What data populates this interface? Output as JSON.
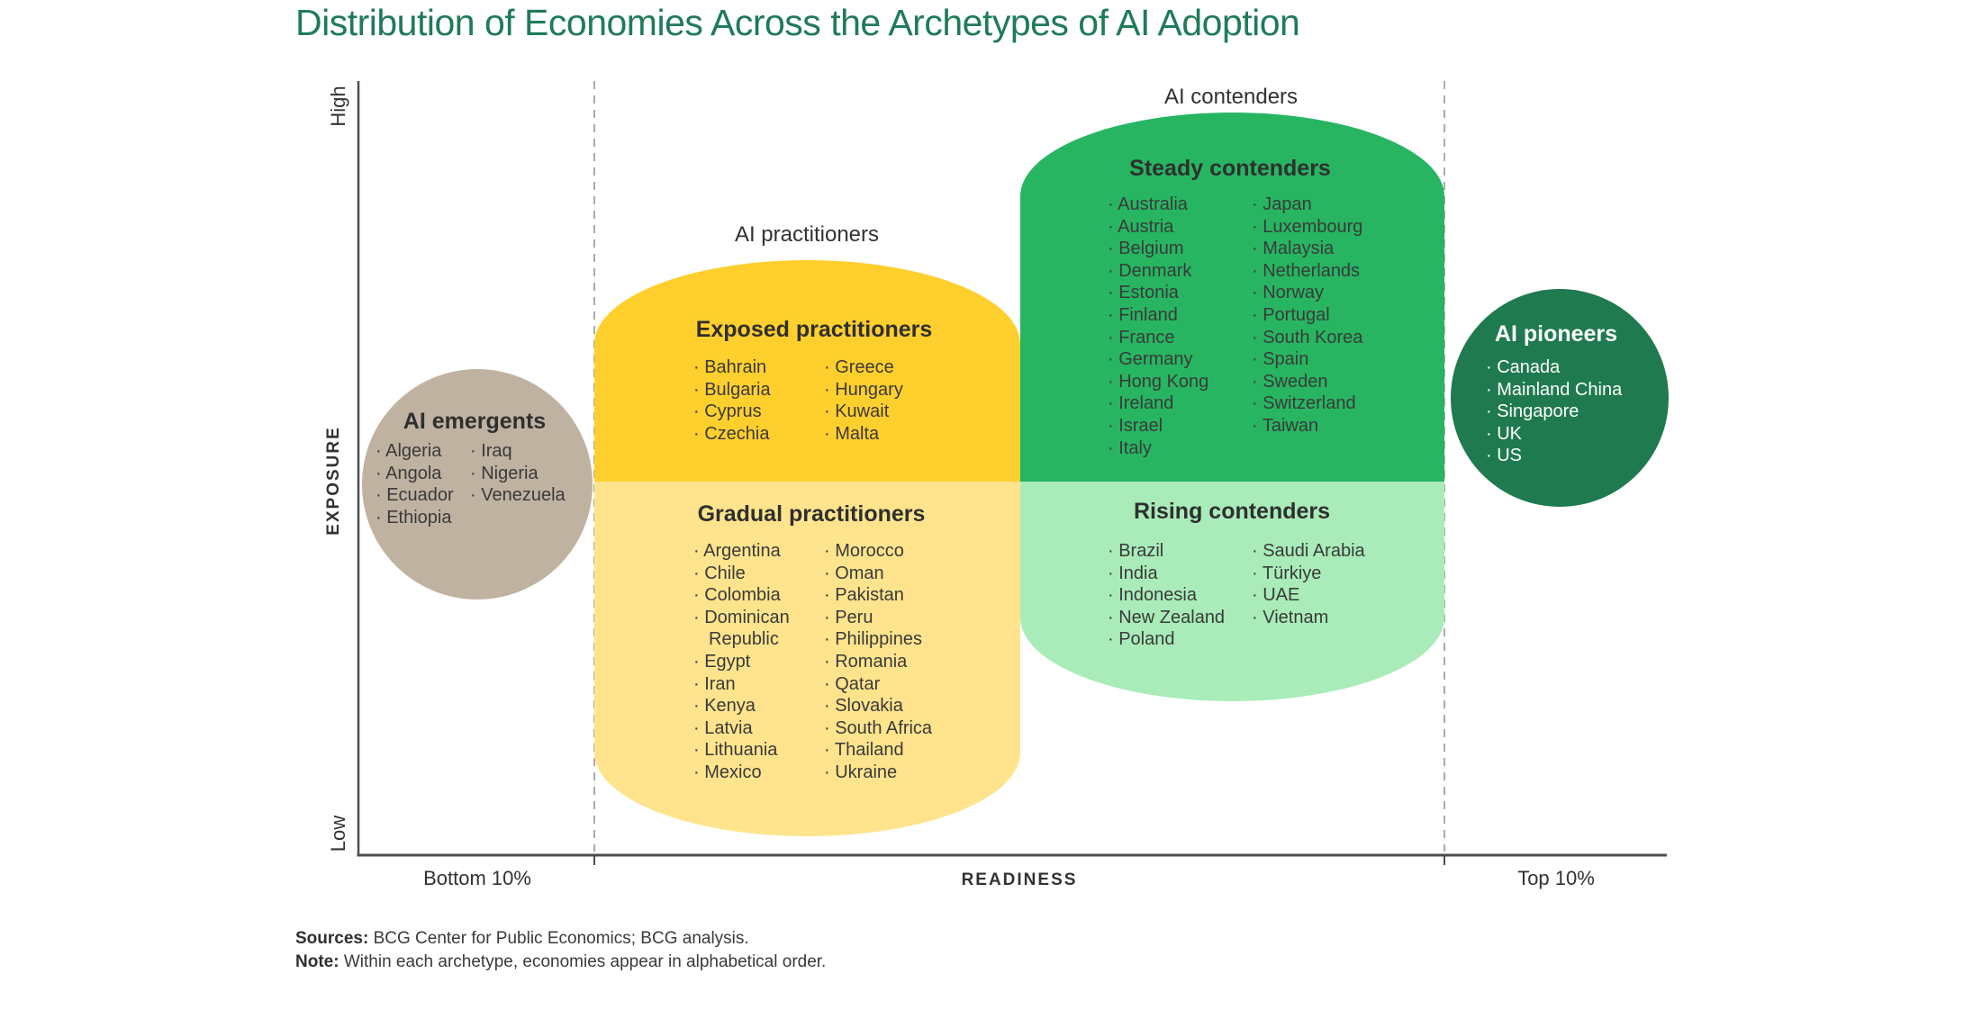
{
  "title": "Distribution of Economies Across the Archetypes of AI Adoption",
  "chart_data": {
    "type": "scatter",
    "title": "Distribution of Economies Across the Archetypes of AI Adoption",
    "xlabel": "READINESS",
    "ylabel": "EXPOSURE",
    "x_tick_labels": [
      "Bottom 10%",
      "Top 10%"
    ],
    "y_tick_labels": [
      "Low",
      "High"
    ],
    "grid": false,
    "archetypes": [
      {
        "name": "AI emergents",
        "color": "#C0B2A1",
        "readiness": "Bottom 10%",
        "columns": [
          [
            "Algeria",
            "Angola",
            "Ecuador",
            "Ethiopia"
          ],
          [
            "Iraq",
            "Nigeria",
            "Venezuela"
          ]
        ]
      },
      {
        "name": "AI practitioners",
        "segments": [
          {
            "name": "Exposed practitioners",
            "color": "#FFCF2E",
            "exposure": "High",
            "columns": [
              [
                "Bahrain",
                "Bulgaria",
                "Cyprus",
                "Czechia"
              ],
              [
                "Greece",
                "Hungary",
                "Kuwait",
                "Malta"
              ]
            ]
          },
          {
            "name": "Gradual practitioners",
            "color": "#FFE48D",
            "exposure": "Low",
            "columns": [
              [
                "Argentina",
                "Chile",
                "Colombia",
                "Dominican Republic",
                "Egypt",
                "Iran",
                "Kenya",
                "Latvia",
                "Lithuania",
                "Mexico"
              ],
              [
                "Morocco",
                "Oman",
                "Pakistan",
                "Peru",
                "Philippines",
                "Romania",
                "Qatar",
                "Slovakia",
                "South Africa",
                "Thailand",
                "Ukraine"
              ]
            ]
          }
        ]
      },
      {
        "name": "AI contenders",
        "segments": [
          {
            "name": "Steady contenders",
            "color": "#27B561",
            "exposure": "High",
            "columns": [
              [
                "Australia",
                "Austria",
                "Belgium",
                "Denmark",
                "Estonia",
                "Finland",
                "France",
                "Germany",
                "Hong Kong",
                "Ireland",
                "Israel",
                "Italy"
              ],
              [
                "Japan",
                "Luxembourg",
                "Malaysia",
                "Netherlands",
                "Norway",
                "Portugal",
                "South Korea",
                "Spain",
                "Sweden",
                "Switzerland",
                "Taiwan"
              ]
            ]
          },
          {
            "name": "Rising contenders",
            "color": "#A9ECB9",
            "exposure": "Low",
            "columns": [
              [
                "Brazil",
                "India",
                "Indonesia",
                "New Zealand",
                "Poland"
              ],
              [
                "Saudi Arabia",
                "Türkiye",
                "UAE",
                "Vietnam"
              ]
            ]
          }
        ]
      },
      {
        "name": "AI pioneers",
        "color": "#1F7A4F",
        "readiness": "Top 10%",
        "columns": [
          [
            "Canada",
            "Mainland China",
            "Singapore",
            "UK",
            "US"
          ]
        ]
      }
    ]
  },
  "colors": {
    "title_green": "#1F7B58",
    "emergents_tan": "#C0B2A1",
    "exposed_yellow": "#FFCF2E",
    "gradual_yellow": "#FFE48D",
    "steady_green": "#27B561",
    "rising_green": "#A9ECB9",
    "pioneers_green": "#1F7A4F",
    "axis_gray": "#4D4D4D",
    "dashed_gray": "#ABABAB",
    "text_dark": "#323232"
  },
  "footer": {
    "sources_label": "Sources:",
    "sources_text": "BCG Center for Public Economics; BCG analysis.",
    "note_label": "Note:",
    "note_text": "Within each archetype, economies appear in alphabetical order."
  }
}
